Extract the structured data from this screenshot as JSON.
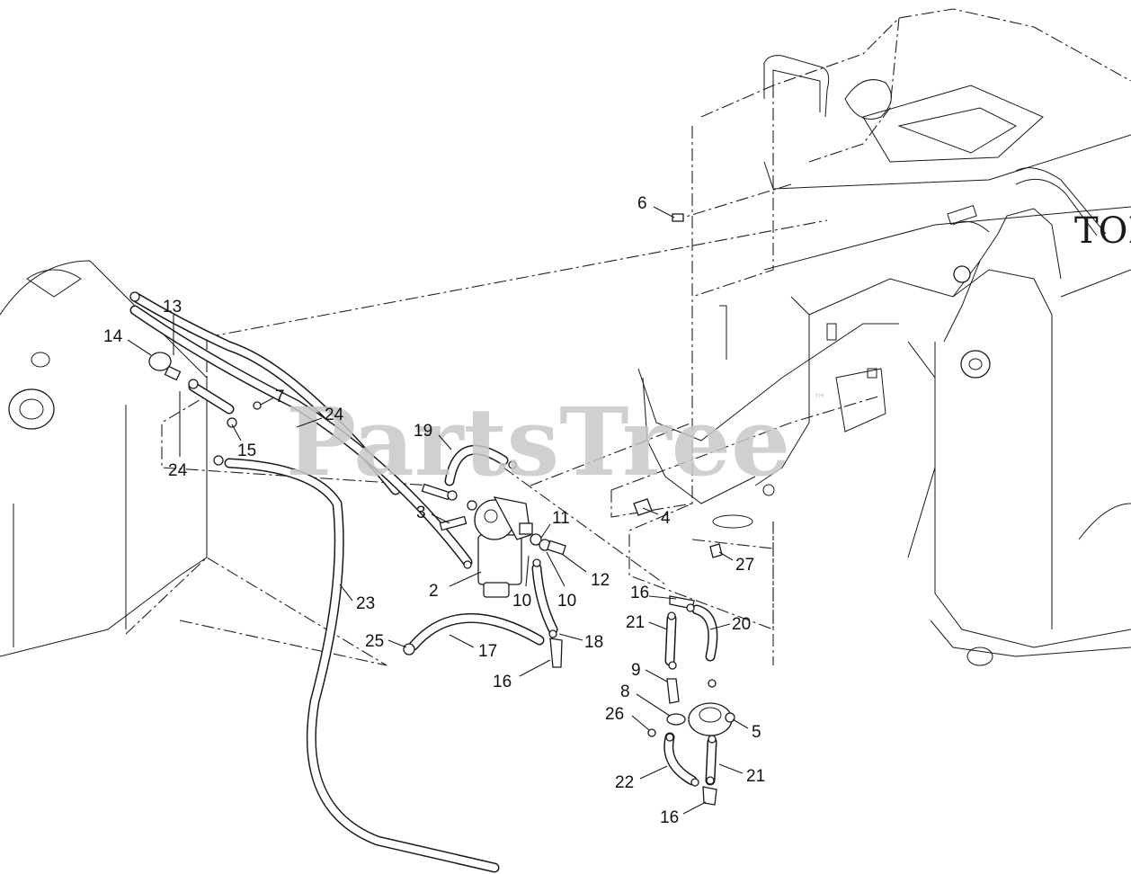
{
  "watermark": {
    "text": "PartsTree",
    "trademark": "™"
  },
  "brand_text": "TOR",
  "callouts": {
    "c13": "13",
    "c14": "14",
    "c7": "7",
    "c24a": "24",
    "c24b": "24",
    "c15": "15",
    "c19": "19",
    "c3": "3",
    "c11": "11",
    "c12": "12",
    "c2": "2",
    "c10a": "10",
    "c10b": "10",
    "c6": "6",
    "c4": "4",
    "c27": "27",
    "c23": "23",
    "c25": "25",
    "c17": "17",
    "c18": "18",
    "c16a": "16",
    "c16b": "16",
    "c16c": "16",
    "c21a": "21",
    "c21b": "21",
    "c20": "20",
    "c9": "9",
    "c8": "8",
    "c26": "26",
    "c5": "5",
    "c22": "22"
  }
}
